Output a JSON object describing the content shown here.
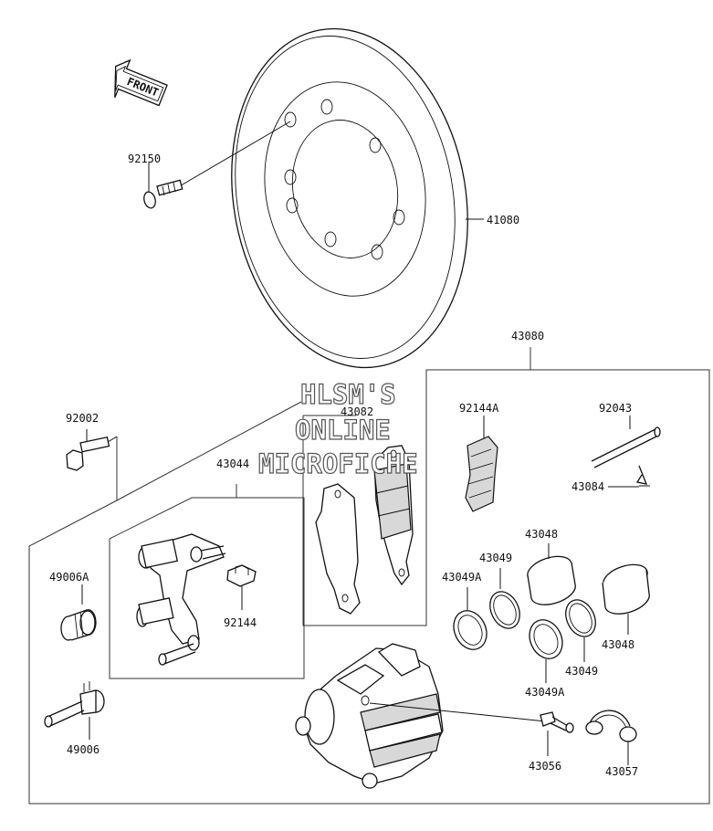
{
  "direction_arrow": {
    "label": "FRONT"
  },
  "watermark": {
    "lines": [
      "HLSM'S",
      "ONLINE",
      "MICROFICHE"
    ]
  },
  "part_numbers": {
    "p92150": "92150",
    "p41080": "41080",
    "p43080": "43080",
    "p92002": "92002",
    "p43082": "43082",
    "p92144A": "92144A",
    "p92043": "92043",
    "p43044": "43044",
    "p43084": "43084",
    "p49006A": "49006A",
    "p43048_a": "43048",
    "p43049_a": "43049",
    "p43049A_a": "43049A",
    "p92144": "92144",
    "p43048_b": "43048",
    "p43049_b": "43049",
    "p43049A_b": "43049A",
    "p49006": "49006",
    "p43056": "43056",
    "p43057": "43057"
  }
}
